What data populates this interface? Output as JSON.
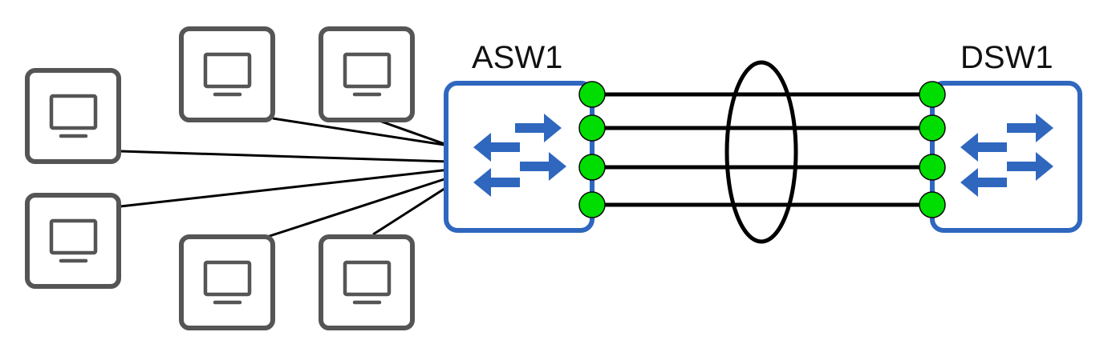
{
  "diagram": {
    "colors": {
      "switch_outline": "#2f67bf",
      "switch_arrows": "#2f67bf",
      "port": "#00dd00",
      "pc_outline": "#555555",
      "link": "#000000"
    },
    "switches": [
      {
        "id": "asw1",
        "label": "ASW1",
        "icon": "switch-icon"
      },
      {
        "id": "dsw1",
        "label": "DSW1",
        "icon": "switch-icon"
      }
    ],
    "pcs": [
      {
        "id": "pc1",
        "icon": "pc-icon"
      },
      {
        "id": "pc2",
        "icon": "pc-icon"
      },
      {
        "id": "pc3",
        "icon": "pc-icon"
      },
      {
        "id": "pc4",
        "icon": "pc-icon"
      },
      {
        "id": "pc5",
        "icon": "pc-icon"
      },
      {
        "id": "pc6",
        "icon": "pc-icon"
      }
    ],
    "uplinks": 4,
    "etherchannel_symbol": "ellipse"
  }
}
